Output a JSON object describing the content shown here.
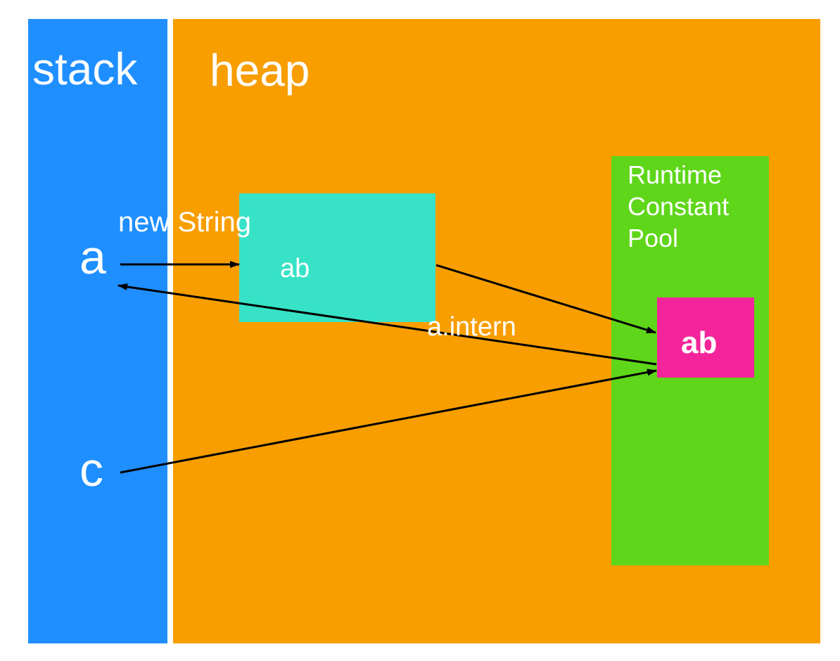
{
  "regions": {
    "stack": {
      "title": "stack"
    },
    "heap": {
      "title": "heap"
    },
    "pool": {
      "title": "Runtime\nConstant\nPool"
    }
  },
  "objects": {
    "heap_string": {
      "text": "ab"
    },
    "pool_string": {
      "text": "ab"
    }
  },
  "variables": {
    "a": "a",
    "c": "c"
  },
  "edges": {
    "new_string": "new String",
    "intern": "a.intern"
  },
  "colors": {
    "stack": "#1f8fff",
    "heap": "#f89e00",
    "pool": "#5fd61a",
    "heap_object": "#38e2c7",
    "pool_object": "#f4259a",
    "arrow": "#000000",
    "text": "#ffffff"
  }
}
